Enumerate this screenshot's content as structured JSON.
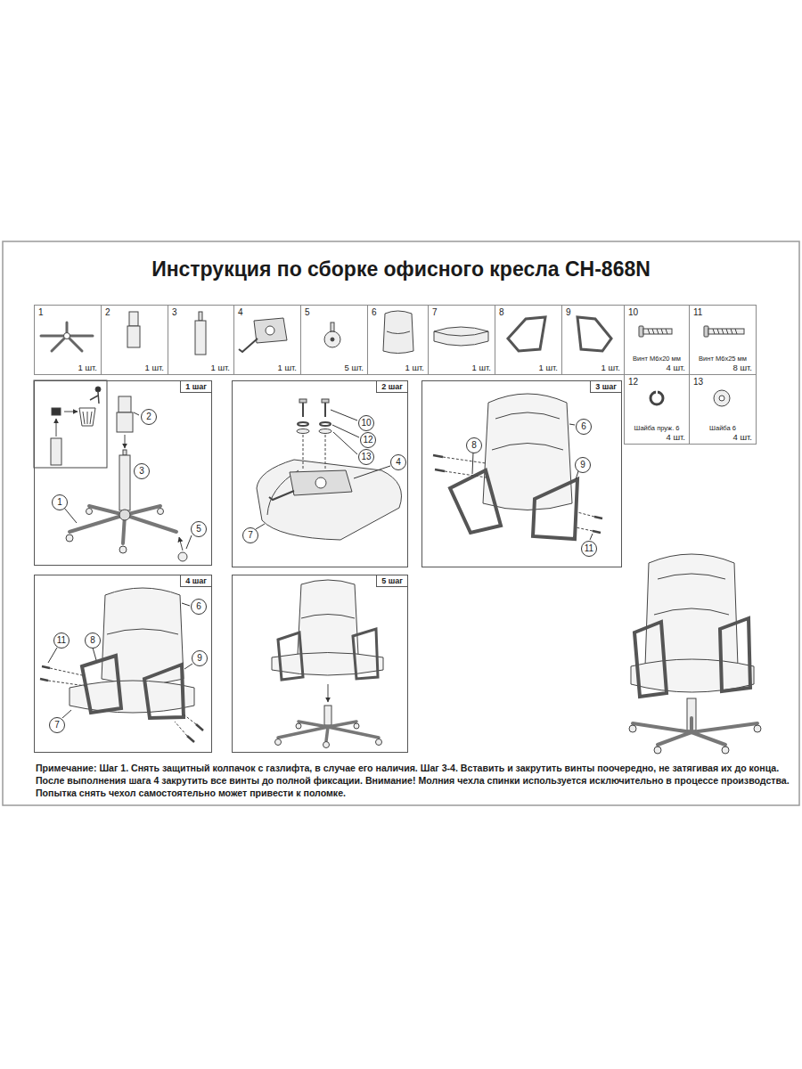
{
  "diagram": {
    "title": "Инструкция по сборке офисного кресла CH-868N",
    "nodes": [
      {
        "text": [
          "1",
          "1 шт."
        ]
      },
      {
        "text": [
          "2",
          "1 шт."
        ]
      },
      {
        "text": [
          "3",
          "1 шт."
        ]
      },
      {
        "text": [
          "4",
          "1 шт."
        ]
      },
      {
        "text": [
          "5",
          "5 шт."
        ]
      },
      {
        "text": [
          "6",
          "1 шт."
        ]
      },
      {
        "text": [
          "7",
          "1 шт."
        ]
      },
      {
        "text": [
          "8",
          "1 шт."
        ]
      },
      {
        "text": [
          "9",
          "1 шт."
        ]
      },
      {
        "text": [
          "10",
          "Винт М6х20 мм",
          "4 шт."
        ]
      },
      {
        "text": [
          "11",
          "Винт М6х25 мм",
          "8 шт."
        ]
      },
      {
        "text": [
          "12",
          "Шайба пруж. 6",
          "4 шт."
        ]
      },
      {
        "text": [
          "13",
          "Шайба 6",
          "4 шт."
        ]
      },
      {
        "text": [
          "1 шаг"
        ]
      },
      {
        "text": [
          "2"
        ],
        "in": 13
      },
      {
        "text": [
          "3"
        ],
        "in": 13
      },
      {
        "text": [
          "1"
        ],
        "in": 13
      },
      {
        "text": [
          "5"
        ],
        "in": 13
      },
      {
        "text": [
          "2 шаг"
        ]
      },
      {
        "text": [
          "10"
        ],
        "in": 18
      },
      {
        "text": [
          "12"
        ],
        "in": 18
      },
      {
        "text": [
          "13"
        ],
        "in": 18
      },
      {
        "text": [
          "4"
        ],
        "in": 18
      },
      {
        "text": [
          "7"
        ],
        "in": 18
      },
      {
        "text": [
          "3 шаг"
        ]
      },
      {
        "text": [
          "6"
        ],
        "in": 24
      },
      {
        "text": [
          "8"
        ],
        "in": 24
      },
      {
        "text": [
          "9"
        ],
        "in": 24
      },
      {
        "text": [
          "11"
        ],
        "in": 24
      },
      {
        "text": [
          "4 шаг"
        ]
      },
      {
        "text": [
          "6"
        ],
        "in": 29
      },
      {
        "text": [
          "11"
        ],
        "in": 29
      },
      {
        "text": [
          "8"
        ],
        "in": 29
      },
      {
        "text": [
          "9"
        ],
        "in": 29
      },
      {
        "text": [
          "7"
        ],
        "in": 29
      },
      {
        "text": [
          "5 шаг"
        ]
      }
    ],
    "labels": [
      "Примечание: Шаг 1. Снять защитный колпачок с газлифта, в случае его наличия. Шаг 3-4. Вставить и закрутить винты поочередно, не затягивая их до конца. После выполнения шага 4 закрутить все винты до полной фиксации. Внимание! Молния чехла спинки используется исключительно в процессе производства. Попытка снять чехол самостоятельно может привести к поломке."
    ]
  }
}
